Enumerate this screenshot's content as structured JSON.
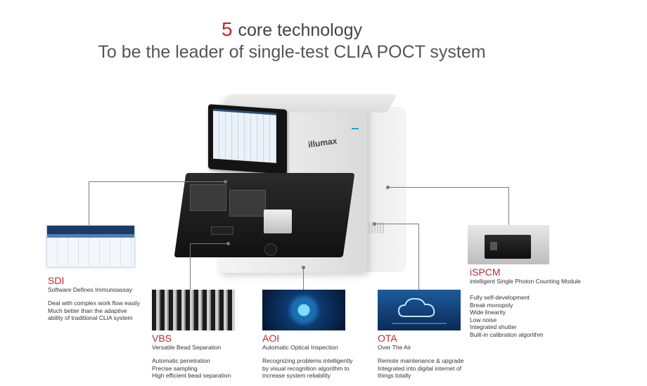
{
  "header": {
    "number": "5",
    "title_rest": "core technology",
    "subtitle": "To be the leader of single-test CLIA POCT system"
  },
  "product": {
    "logo": "illumax"
  },
  "features": {
    "sdi": {
      "title": "SDI",
      "subtitle": "Software Defines Immunoassay",
      "points": [
        "Deal with complex work flow easily",
        "Much better than the adaptive",
        "ability of traditional CLIA system"
      ]
    },
    "vbs": {
      "title": "VBS",
      "subtitle": "Versatile Bead Separation",
      "points": [
        "Automatic penetration",
        "Precise sampling",
        "High efficient bead separation"
      ]
    },
    "aoi": {
      "title": "AOI",
      "subtitle": "Automatic Optical Inspection",
      "points": [
        "Recognizing problems intelligently",
        "by visual recognition algorithm to",
        "increase system reliability"
      ]
    },
    "ota": {
      "title": "OTA",
      "subtitle": "Over The Air",
      "points": [
        "Remote maintenance & upgrade",
        "Integrated into digital internet of",
        " things totally"
      ]
    },
    "ispcm": {
      "title": "iSPCM",
      "subtitle": "intelligent Single Photon Counting Module",
      "points": [
        "Fully self-development",
        "Break monopoly",
        "Wide linearity",
        " Low noise",
        " Integrated shutter",
        " Built-in calibration algorithm"
      ]
    }
  },
  "colors": {
    "accent": "#c1272d",
    "text": "#333333",
    "line": "#7a7a7a",
    "machine_accent": "#1aa3d8"
  }
}
